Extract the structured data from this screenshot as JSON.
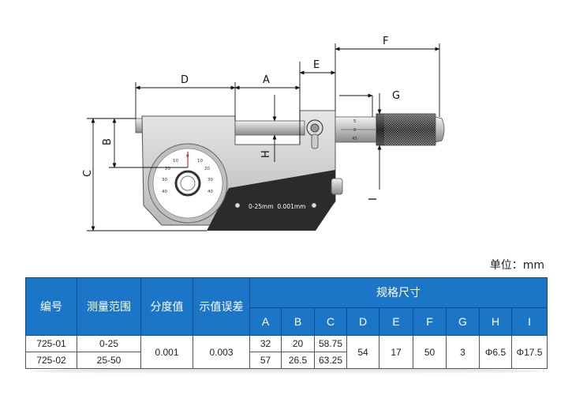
{
  "diagram": {
    "dimension_labels": [
      "D",
      "A",
      "E",
      "F",
      "G",
      "B",
      "C",
      "H",
      "I"
    ],
    "dial_numbers": [
      "0",
      "10",
      "10",
      "20",
      "20",
      "30",
      "30",
      "40",
      "40"
    ],
    "scale_text": "0-25mm  0.001mm",
    "thimble_numbers": [
      "5",
      "0",
      "45"
    ]
  },
  "unit_label": "单位：mm",
  "table": {
    "headers": {
      "model": "编号",
      "range": "测量范围",
      "resolution": "分度值",
      "error": "示值误差",
      "specs": "规格尺寸"
    },
    "spec_columns": [
      "A",
      "B",
      "C",
      "D",
      "E",
      "F",
      "G",
      "H",
      "I"
    ],
    "rows": [
      {
        "model": "725-01",
        "range": "0-25",
        "A": "32",
        "B": "20",
        "C": "58.75"
      },
      {
        "model": "725-02",
        "range": "25-50",
        "A": "57",
        "B": "26.5",
        "C": "63.25"
      }
    ],
    "shared": {
      "resolution": "0.001",
      "error": "0.003",
      "D": "54",
      "E": "17",
      "F": "50",
      "G": "3",
      "H": "Φ6.5",
      "I": "Φ17.5"
    }
  }
}
